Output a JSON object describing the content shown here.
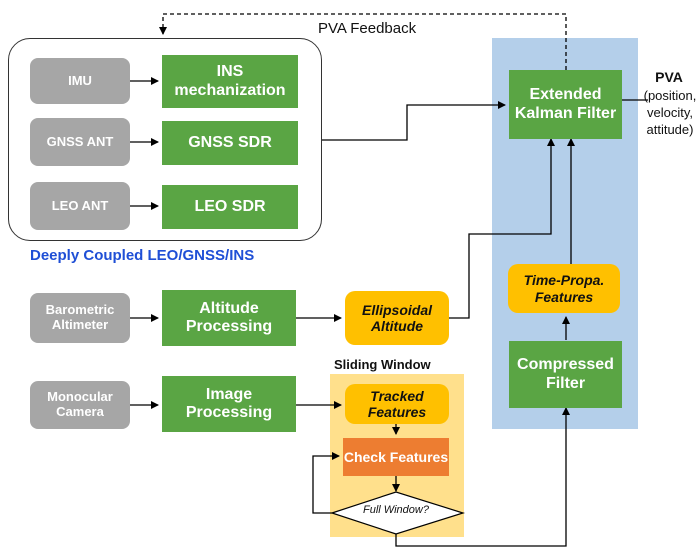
{
  "feedback_label": "PVA Feedback",
  "coupled_group": {
    "label": "Deeply Coupled LEO/GNSS/INS",
    "sensors": [
      {
        "label": "IMU",
        "process": "INS mechanization"
      },
      {
        "label": "GNSS ANT",
        "process": "GNSS SDR"
      },
      {
        "label": "LEO ANT",
        "process": "LEO SDR"
      }
    ]
  },
  "altitude_chain": {
    "sensor": "Barometric Altimeter",
    "process": "Altitude Processing",
    "output": "Ellipsoidal Altitude"
  },
  "image_chain": {
    "sensor": "Monocular Camera",
    "process": "Image Processing"
  },
  "sliding_window": {
    "title": "Sliding Window",
    "tracked": "Tracked Features",
    "check": "Check Features",
    "decision": "Full Window?"
  },
  "filter_group": {
    "ekf": "Extended Kalman Filter",
    "time_propagated": "Time-Propa. Features",
    "compressed": "Compressed Filter"
  },
  "output": {
    "title": "PVA",
    "detail": "(position, velocity, attitude)"
  },
  "colors": {
    "sensor_gray": "#a6a6a6",
    "process_green": "#5aa544",
    "feature_yellow": "#ffc000",
    "check_orange": "#ed7d31",
    "filter_blue": "#b4cfea",
    "window_yellow": "#ffe08c",
    "coupled_label_blue": "#1f4fd6"
  }
}
